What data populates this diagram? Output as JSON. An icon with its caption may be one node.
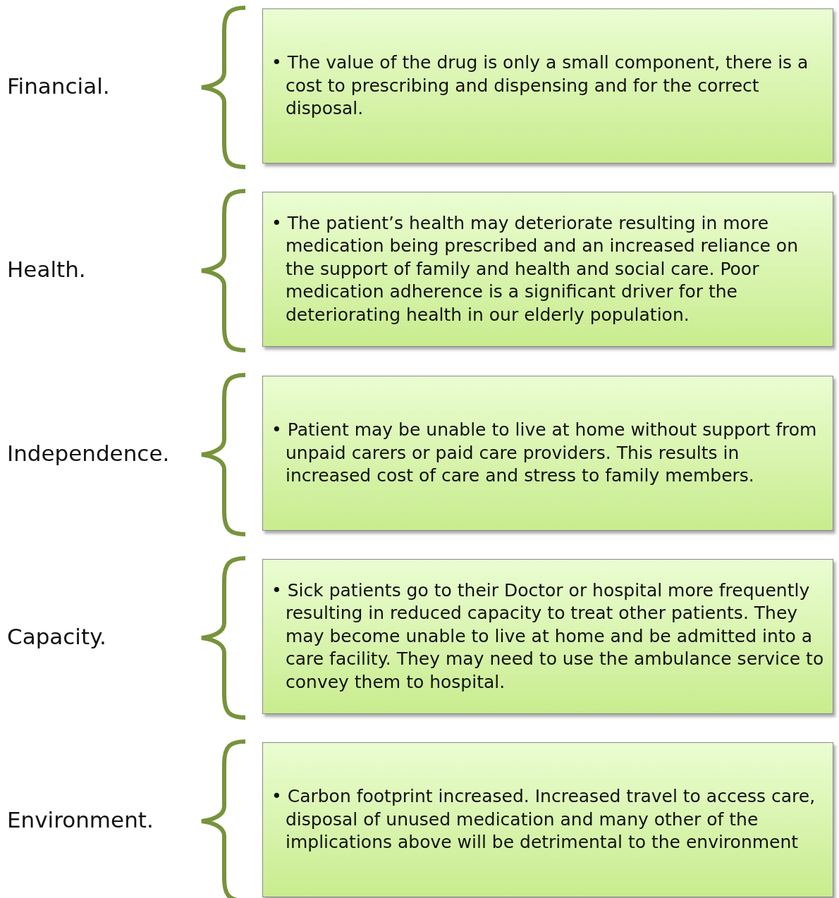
{
  "diagram": {
    "nodes": [
      {
        "text": [
          "• The value of the drug is only a small component, there is a cost to prescribing and dispensing and for the correct disposal."
        ]
      },
      {
        "text": [
          "• The patient’s health may deteriorate resulting in more medication being prescribed and an increased reliance on the support of family and health and social care. Poor medication adherence is a significant driver for the deteriorating health in our elderly population."
        ]
      },
      {
        "text": [
          "• Patient may be unable to live at home without support from unpaid carers or paid care providers. This results in increased cost of care and stress to family members."
        ]
      },
      {
        "text": [
          "• Sick patients go to their Doctor or hospital more frequently resulting in reduced capacity to treat other patients. They may become unable to live at home and be admitted into a care facility. They may need to use the ambulance service to convey them to hospital."
        ]
      },
      {
        "text": [
          "• Carbon footprint increased. Increased travel to access care, disposal of unused medication and many other of the implications above will be detrimental to the environment"
        ]
      }
    ],
    "labels": [
      "Financial.",
      "Health.",
      "Independence.",
      "Capacity.",
      "Environment."
    ]
  }
}
